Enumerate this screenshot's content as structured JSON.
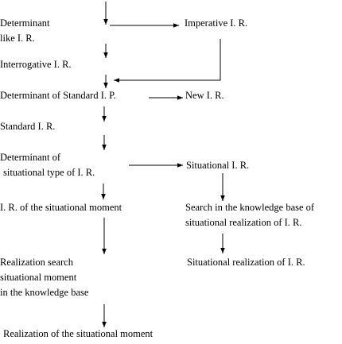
{
  "nodes": [
    {
      "id": "determinant-like-ir",
      "lines": [
        "Determinant",
        "like I. R."
      ]
    },
    {
      "id": "imperative-ir",
      "lines": [
        "Imperative I. R."
      ]
    },
    {
      "id": "interrogative-ir",
      "lines": [
        "Interrogative I. R."
      ]
    },
    {
      "id": "determinant-standard-ip",
      "lines": [
        "Determinant of Standard I. P."
      ]
    },
    {
      "id": "new-ir",
      "lines": [
        "New I. R."
      ]
    },
    {
      "id": "standard-ir",
      "lines": [
        "Standard I. R."
      ]
    },
    {
      "id": "determinant-situational-type",
      "lines": [
        "Determinant of",
        "situational type of I. R."
      ]
    },
    {
      "id": "situational-ir",
      "lines": [
        "Situational I. R."
      ]
    },
    {
      "id": "ir-situational-moment",
      "lines": [
        "I. R. of the situational moment"
      ]
    },
    {
      "id": "search-knowledge-base",
      "lines": [
        "Search in the knowledge base of",
        "situational realization of I. R."
      ]
    },
    {
      "id": "realization-search",
      "lines": [
        "Realization search",
        "situational moment",
        "in the knowledge base"
      ]
    },
    {
      "id": "situational-realization-ir",
      "lines": [
        "Situational realization of I. R."
      ]
    },
    {
      "id": "realization-situational-moment",
      "lines": [
        "Realization of the situational moment"
      ]
    }
  ],
  "edges": [
    {
      "from": "top-entry",
      "to": "determinant-like-ir"
    },
    {
      "from": "top-entry",
      "to": "imperative-ir"
    },
    {
      "from": "determinant-like-ir",
      "to": "interrogative-ir"
    },
    {
      "from": "interrogative-ir",
      "to": "determinant-standard-ip"
    },
    {
      "from": "imperative-ir",
      "to": "determinant-standard-ip"
    },
    {
      "from": "determinant-standard-ip",
      "to": "new-ir"
    },
    {
      "from": "determinant-standard-ip",
      "to": "standard-ir"
    },
    {
      "from": "standard-ir",
      "to": "determinant-situational-type"
    },
    {
      "from": "determinant-situational-type",
      "to": "situational-ir"
    },
    {
      "from": "determinant-situational-type",
      "to": "ir-situational-moment"
    },
    {
      "from": "situational-ir",
      "to": "search-knowledge-base"
    },
    {
      "from": "search-knowledge-base",
      "to": "situational-realization-ir"
    },
    {
      "from": "ir-situational-moment",
      "to": "realization-search"
    },
    {
      "from": "realization-search",
      "to": "realization-situational-moment"
    }
  ]
}
